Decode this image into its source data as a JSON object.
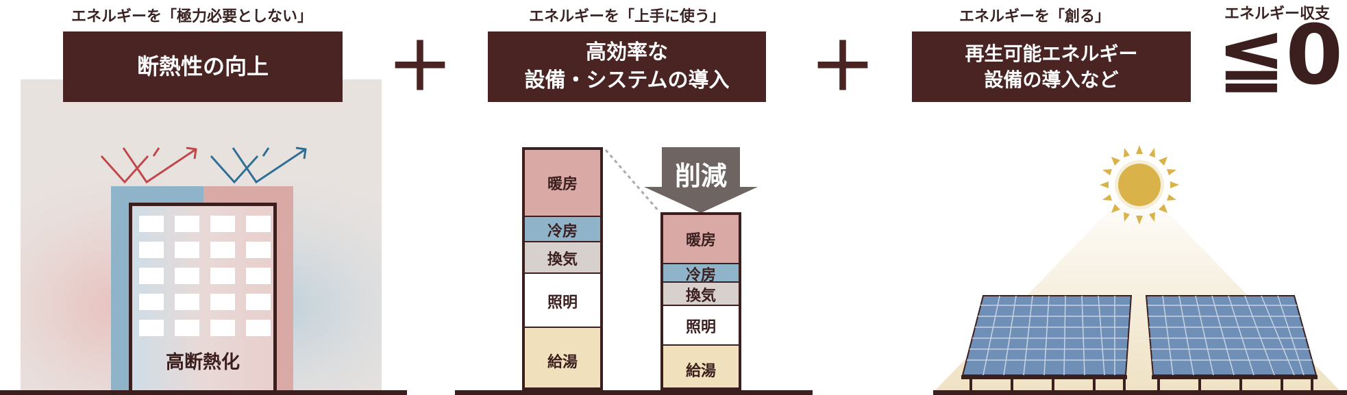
{
  "panel_insulation": {
    "caption": "エネルギーを「極力必要としない」",
    "box_title": "断熱性の向上",
    "building_label": "高断熱化"
  },
  "plus_sign": "＋",
  "panel_efficiency": {
    "caption": "エネルギーを「上手に使う」",
    "box_line1": "高効率な",
    "box_line2": "設備・システムの導入",
    "reduce_label": "削減",
    "before_segments": [
      "暖房",
      "冷房",
      "換気",
      "照明",
      "給湯"
    ],
    "after_segments": [
      "暖房",
      "冷房",
      "換気",
      "照明",
      "給湯"
    ]
  },
  "panel_generation": {
    "caption": "エネルギーを「創る」",
    "box_line1": "再生可能エネルギー",
    "box_line2": "設備の導入など"
  },
  "balance": {
    "caption": "エネルギー収支",
    "value": "≦0"
  },
  "colors": {
    "dark_brown": "#4a2323",
    "heating": "#d9a9a6",
    "cooling": "#8fb3c8",
    "ventilation": "#d8d0cc",
    "lighting": "#ffffff",
    "hot_water": "#f0e0bb",
    "sun": "#d9b24a",
    "solar_panel": "#6f8fb6"
  }
}
